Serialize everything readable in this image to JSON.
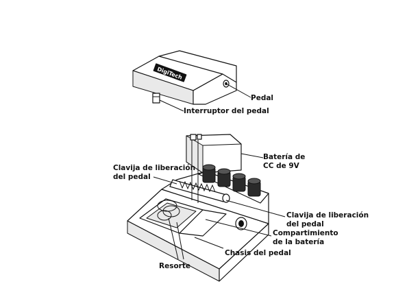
{
  "logo_text": "DigiTech",
  "labels": {
    "pedal": "Pedal",
    "interruptor": "Interruptor del pedal",
    "bateria_l1": "Batería de",
    "bateria_l2": "CC de 9V",
    "clavija_left_l1": "Clavija de liberación",
    "clavija_left_l2": "del pedal",
    "clavija_right_l1": "Clavija de liberación",
    "clavija_right_l2": "del pedal",
    "compartimiento_l1": "Compartimiento",
    "compartimiento_l2": "de la batería",
    "chasis": "Chasis del pedal",
    "resorte": "Resorte"
  }
}
